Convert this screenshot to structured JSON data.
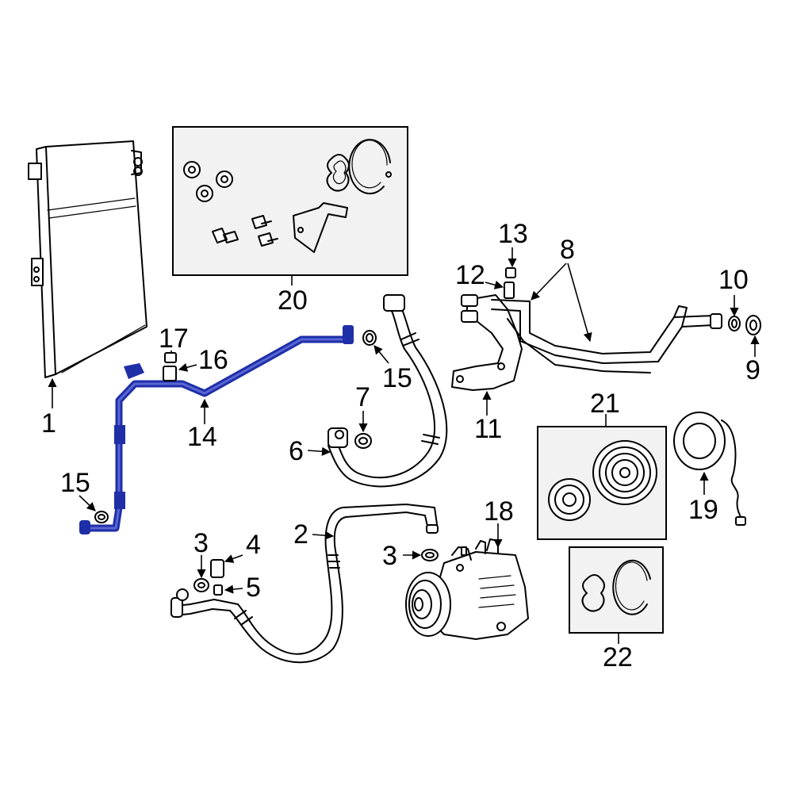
{
  "callouts": {
    "c1": "1",
    "c2": "2",
    "c3a": "3",
    "c3b": "3",
    "c4": "4",
    "c5": "5",
    "c6": "6",
    "c7": "7",
    "c8": "8",
    "c9": "9",
    "c10": "10",
    "c11": "11",
    "c12": "12",
    "c13": "13",
    "c14": "14",
    "c15a": "15",
    "c15b": "15",
    "c16": "16",
    "c17": "17",
    "c18": "18",
    "c19": "19",
    "c20": "20",
    "c21": "21",
    "c22": "22"
  },
  "colors": {
    "highlight": "#1f2fa8",
    "box_fill": "#f2f2f2",
    "line": "#000000"
  }
}
